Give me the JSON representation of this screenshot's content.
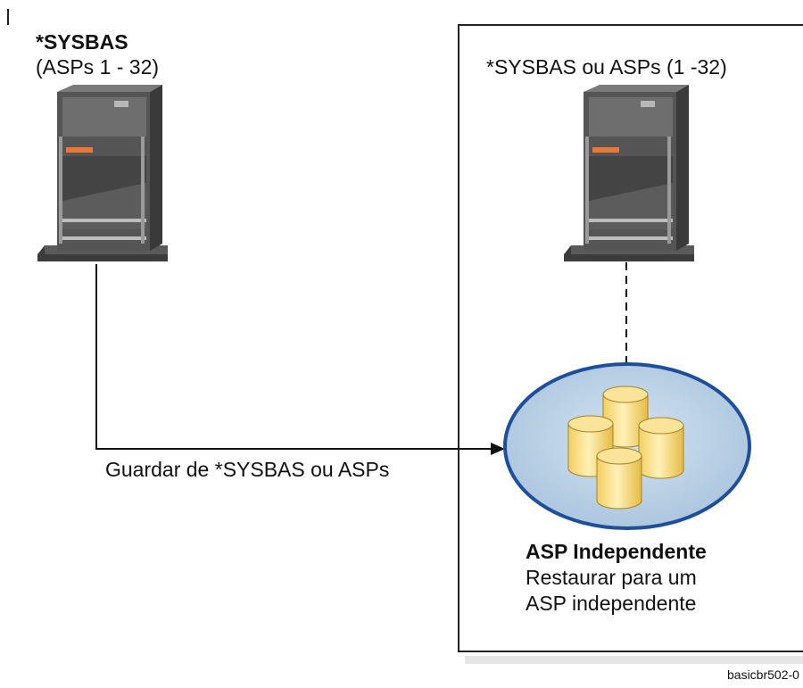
{
  "left_server": {
    "title": "*SYSBAS",
    "subtitle": "(ASPs 1 - 32)"
  },
  "right_panel": {
    "server_caption": "*SYSBAS ou ASPs (1 -32)",
    "asp_title": "ASP Independente",
    "asp_desc_line1": "Restaurar para um",
    "asp_desc_line2": "ASP independente"
  },
  "connector": {
    "label": "Guardar de *SYSBAS ou ASPs"
  },
  "figure_id": "basicbr502-0",
  "colors": {
    "tower_dark": "#4b4b4b",
    "tower_mid": "#6f6f6f",
    "tower_light": "#a9a9a9",
    "indicator_orange": "#e9773a",
    "disk_pool_fill": "#bcd3e6",
    "disk_pool_border": "#1e4f9c",
    "cylinder_yellow": "#f6d46a"
  },
  "icons": {
    "server": "server-tower-icon",
    "disk_pool": "disk-pool-icon",
    "cylinder": "database-cylinder-icon"
  }
}
